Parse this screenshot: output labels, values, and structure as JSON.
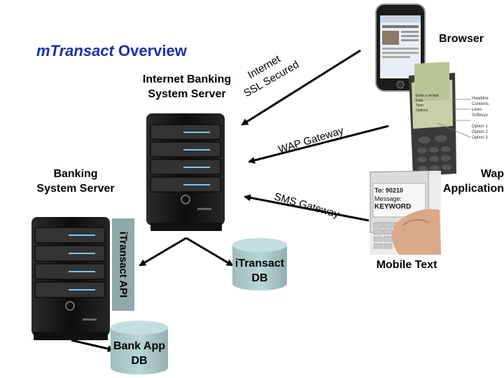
{
  "title": {
    "brand": "mTransact",
    "rest": " Overview"
  },
  "labels": {
    "internet_server": [
      "Internet Banking",
      "System Server"
    ],
    "banking_server": [
      "Banking",
      "System Server"
    ],
    "browser": "Browser",
    "wap": [
      "Wap",
      "Application"
    ],
    "mobile_text": "Mobile Text",
    "itransact_db": [
      "iTransact",
      "DB"
    ],
    "bankapp_db": [
      "Bank App",
      "DB"
    ],
    "itransact_api": "iTransact API"
  },
  "gateways": {
    "internet": [
      "Internet",
      "SSL Secured"
    ],
    "wap": "WAP Gateway",
    "sms": "SMS Gateway"
  },
  "phone_wap": {
    "screen": [
      "Enter a receipt",
      "Date",
      "Time",
      "Options"
    ],
    "callouts": [
      "Headline",
      "Contents",
      "Lines",
      "Softkeys",
      "Option 1",
      "Option 2",
      "Option 3"
    ]
  },
  "phone_sms": {
    "to": "To: 90210",
    "message": "Message:",
    "keyword": "KEYWORD"
  },
  "colors": {
    "title": "#1f2fa6",
    "db": "#a9c9c9",
    "api": "#8fa8a8",
    "server": "#1a1a1a",
    "led": "#7fc6ff"
  }
}
